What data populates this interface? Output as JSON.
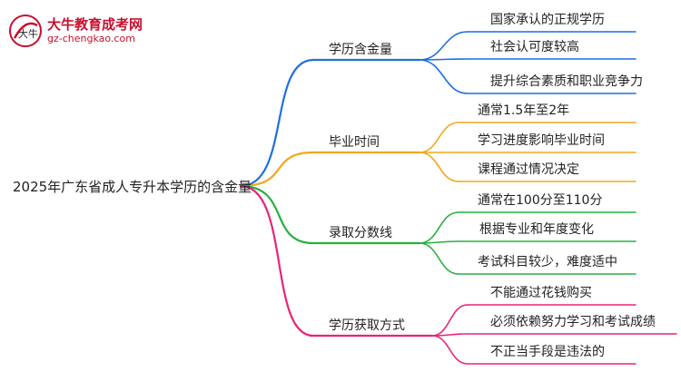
{
  "logo": {
    "title": "大牛教育成考网",
    "url": "gz-chengkao.com",
    "mark_text": "大牛"
  },
  "root": {
    "label": "2025年广东省成人专升本学历的含金量"
  },
  "branches": [
    {
      "label": "学历含金量",
      "color": "#1e6fe0",
      "leaves": [
        "国家承认的正规学历",
        "社会认可度较高",
        "提升综合素质和职业竞争力"
      ]
    },
    {
      "label": "毕业时间",
      "color": "#f0a81e",
      "leaves": [
        "通常1.5年至2年",
        "学习进度影响毕业时间",
        "课程通过情况决定"
      ]
    },
    {
      "label": "录取分数线",
      "color": "#27b040",
      "leaves": [
        "通常在100分至110分",
        "根据专业和年度变化",
        "考试科目较少，难度适中"
      ]
    },
    {
      "label": "学历获取方式",
      "color": "#e8247a",
      "leaves": [
        "不能通过花钱购买",
        "必须依赖努力学习和考试成绩",
        "不正当手段是违法的"
      ]
    }
  ]
}
